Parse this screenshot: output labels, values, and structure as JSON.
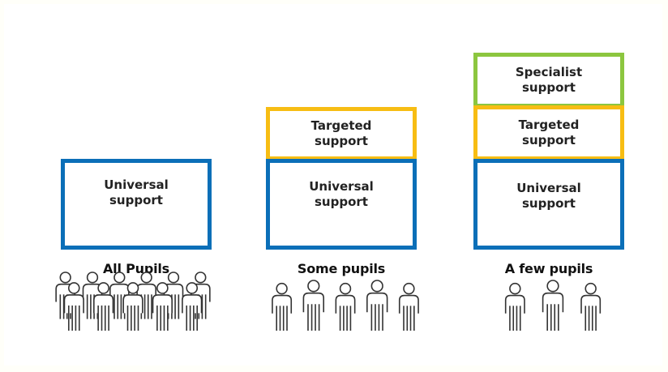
{
  "columns": [
    {
      "boxes": [
        {
          "label": "Universal\nsupport",
          "type": "universal"
        }
      ],
      "group_label": "All Pupils",
      "people_count": 11
    },
    {
      "boxes": [
        {
          "label": "Targeted\nsupport",
          "type": "targeted"
        },
        {
          "label": "Universal\nsupport",
          "type": "universal"
        }
      ],
      "group_label": "Some pupils",
      "people_count": 5
    },
    {
      "boxes": [
        {
          "label": "Specialist\nsupport",
          "type": "specialist"
        },
        {
          "label": "Targeted\nsupport",
          "type": "targeted"
        },
        {
          "label": "Universal\nsupport",
          "type": "universal"
        }
      ],
      "group_label": "A few pupils",
      "people_count": 3
    }
  ],
  "colors": {
    "universal": "#0b6fb8",
    "targeted": "#f7bd13",
    "specialist": "#8cc63f"
  },
  "icons": {
    "person": "person-outline-icon"
  }
}
